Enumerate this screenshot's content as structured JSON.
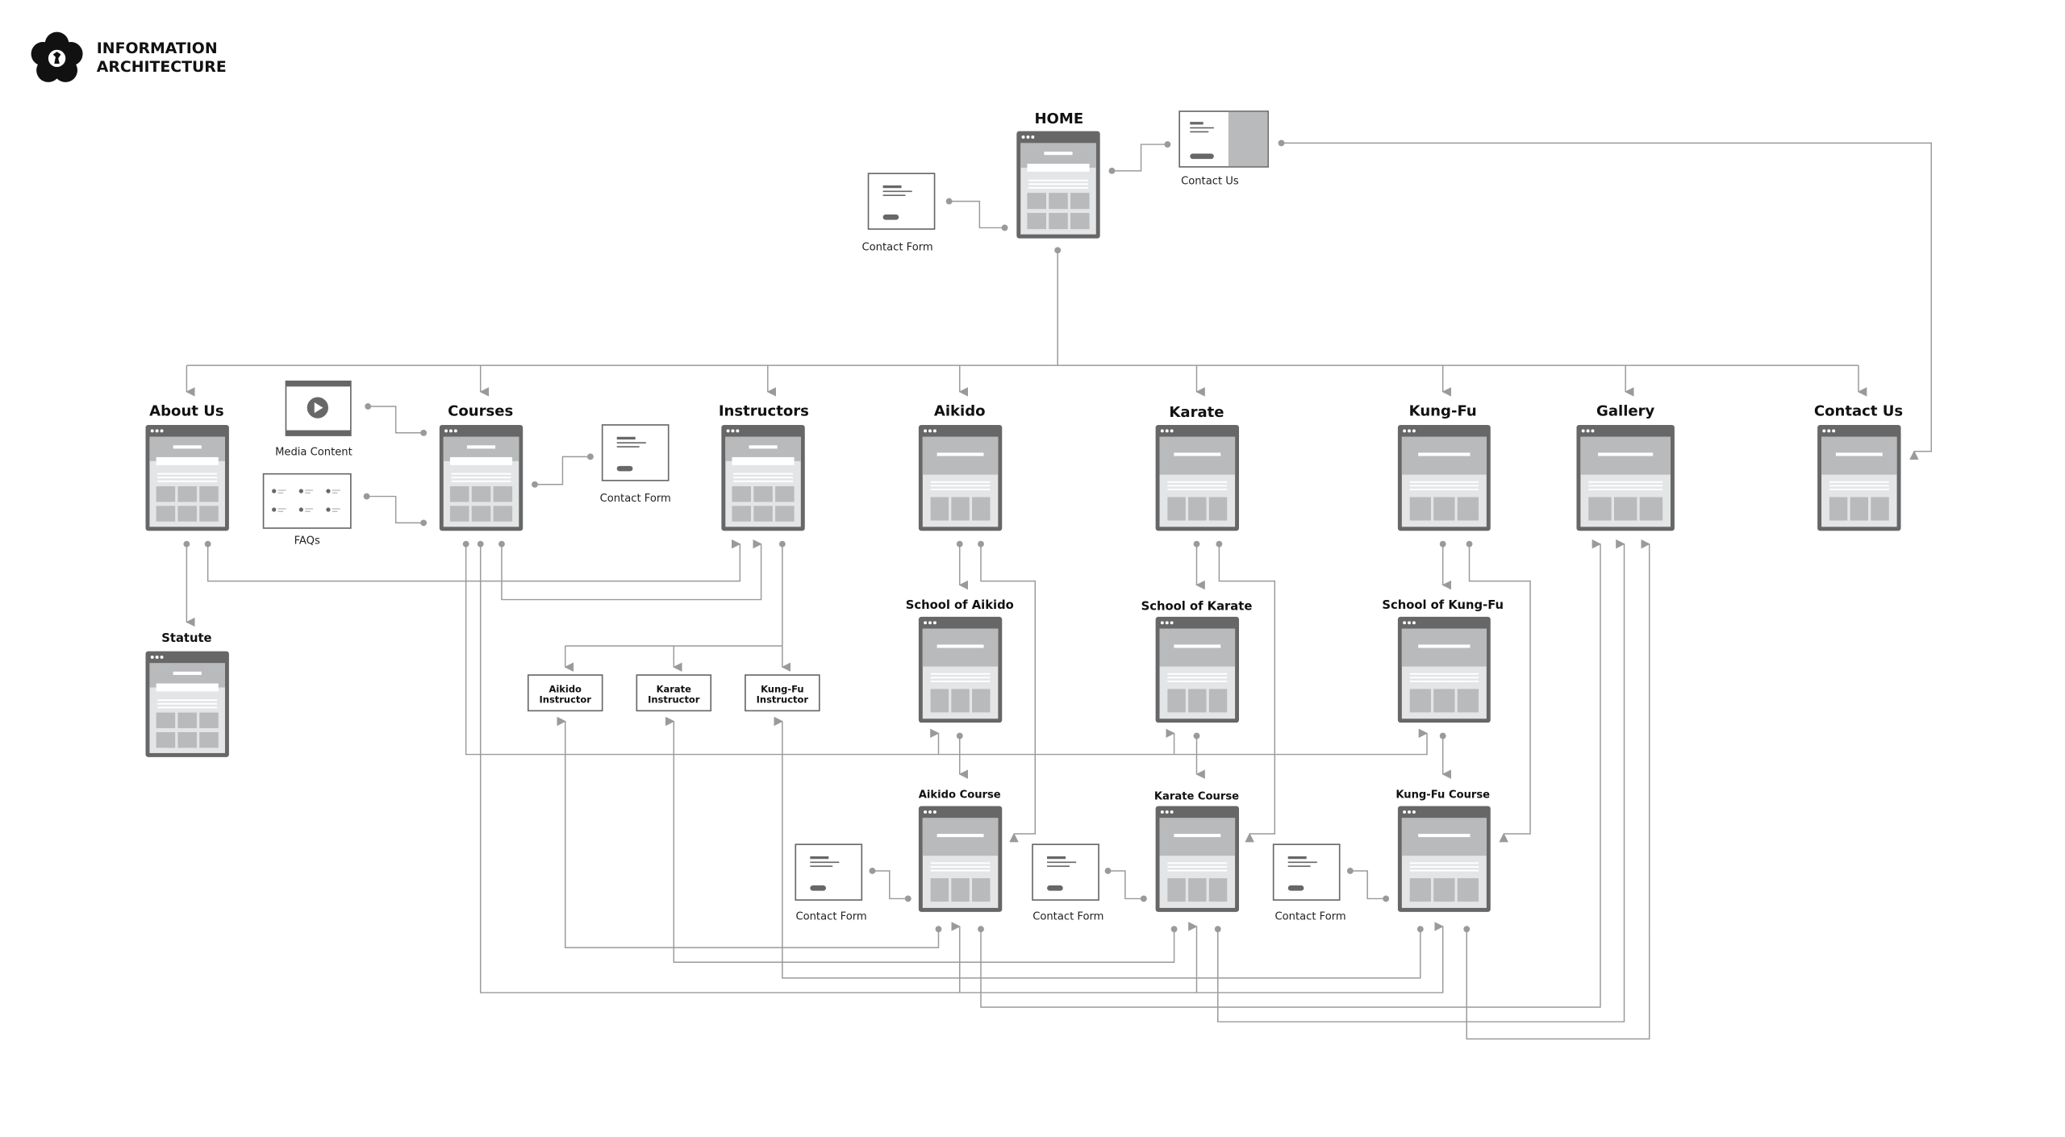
{
  "header": {
    "title_line1": "INFORMATION",
    "title_line2": "ARCHITECTURE",
    "logo_icon": "flower-crest-icon"
  },
  "colors": {
    "frame": "#676767",
    "header_band": "#b9babb",
    "body": "#e4e5e6",
    "block": "#b9babb",
    "connector": "#9a9a9a",
    "text": "#111111"
  },
  "nodes": {
    "home": "HOME",
    "contact_form_home": "Contact Form",
    "contact_us_home": "Contact Us",
    "about_us": "About Us",
    "media_content": "Media Content",
    "faqs": "FAQs",
    "courses": "Courses",
    "contact_form_courses": "Contact Form",
    "instructors": "Instructors",
    "aikido": "Aikido",
    "karate": "Karate",
    "kung_fu": "Kung-Fu",
    "gallery": "Gallery",
    "contact_us": "Contact Us",
    "statute": "Statute",
    "aikido_instructor_1": "Aikido",
    "aikido_instructor_2": "Instructor",
    "karate_instructor_1": "Karate",
    "karate_instructor_2": "Instructor",
    "kungfu_instructor_1": "Kung-Fu",
    "kungfu_instructor_2": "Instructor",
    "school_of_aikido": "School of Aikido",
    "school_of_karate": "School of Karate",
    "school_of_kungfu": "School of Kung-Fu",
    "aikido_course": "Aikido Course",
    "karate_course": "Karate Course",
    "kungfu_course": "Kung-Fu Course",
    "contact_form_aikido": "Contact Form",
    "contact_form_karate": "Contact Form",
    "contact_form_kungfu": "Contact Form"
  }
}
